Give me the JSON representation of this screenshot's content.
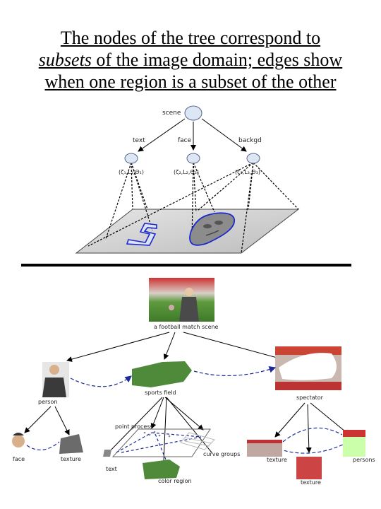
{
  "title": {
    "line1": "The nodes of the tree correspond to",
    "line2_em": "subsets",
    "line2_rest": " of the image domain; edges show",
    "line3": "when one region is a subset of the other"
  },
  "top_diagram": {
    "root": "scene",
    "children": [
      "text",
      "face",
      "backgd"
    ],
    "params": [
      "(ζ₁,L₁,Θ₁)",
      "(ζ₂,L₂,Θ₂)",
      "(ζ₃,L₃,Θ₃)"
    ]
  },
  "bottom_diagram": {
    "root": "a football match scene",
    "mid": [
      "sports field",
      "spectator"
    ],
    "person": "person",
    "leaves_left": [
      "face",
      "texture"
    ],
    "point_process": "point process",
    "curve_groups": "curve groups",
    "leaves_mid": [
      "text",
      "color region"
    ],
    "leaves_right": [
      "texture",
      "texture",
      "persons"
    ]
  },
  "colors": {
    "node_fill": "#dce6f5",
    "node_stroke": "#5a6a8a",
    "edge_blue": "#1a2a9a",
    "field_green": "#4e8a3a"
  }
}
